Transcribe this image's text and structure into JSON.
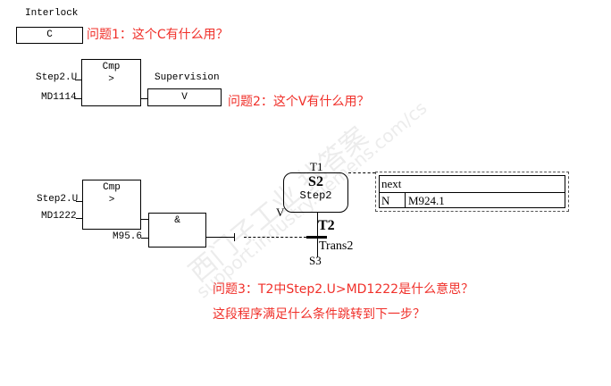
{
  "interlock": {
    "label": "Interlock",
    "value": "C"
  },
  "question1": "问题1：这个C有什么用？",
  "supervision_block": {
    "cmp_label": "Cmp",
    "op": ">",
    "in1": "Step2.U",
    "in2": "MD1114",
    "sup_label": "Supervision",
    "sup_value": "V"
  },
  "question2": "问题2：这个V有什么用？",
  "transition_block": {
    "cmp_label": "Cmp",
    "op": ">",
    "in1": "Step2.U",
    "in2": "MD1222",
    "and_label": "&",
    "and_in": "M95.6"
  },
  "step": {
    "prev": "T1",
    "number": "S2",
    "name": "Step2",
    "supervision_mark": "V",
    "transition": "T2",
    "transition_name": "Trans2",
    "next": "S3"
  },
  "action": {
    "header": "next",
    "qualifier": "N",
    "operand": "M924.1"
  },
  "question3": [
    "问题3：T2中Step2.U>MD1222是什么意思？",
    "这段程序满足什么条件跳转到下一步？"
  ],
  "watermark": [
    "西门子工业 找答案",
    "support.industry.siemens.com/cs"
  ]
}
